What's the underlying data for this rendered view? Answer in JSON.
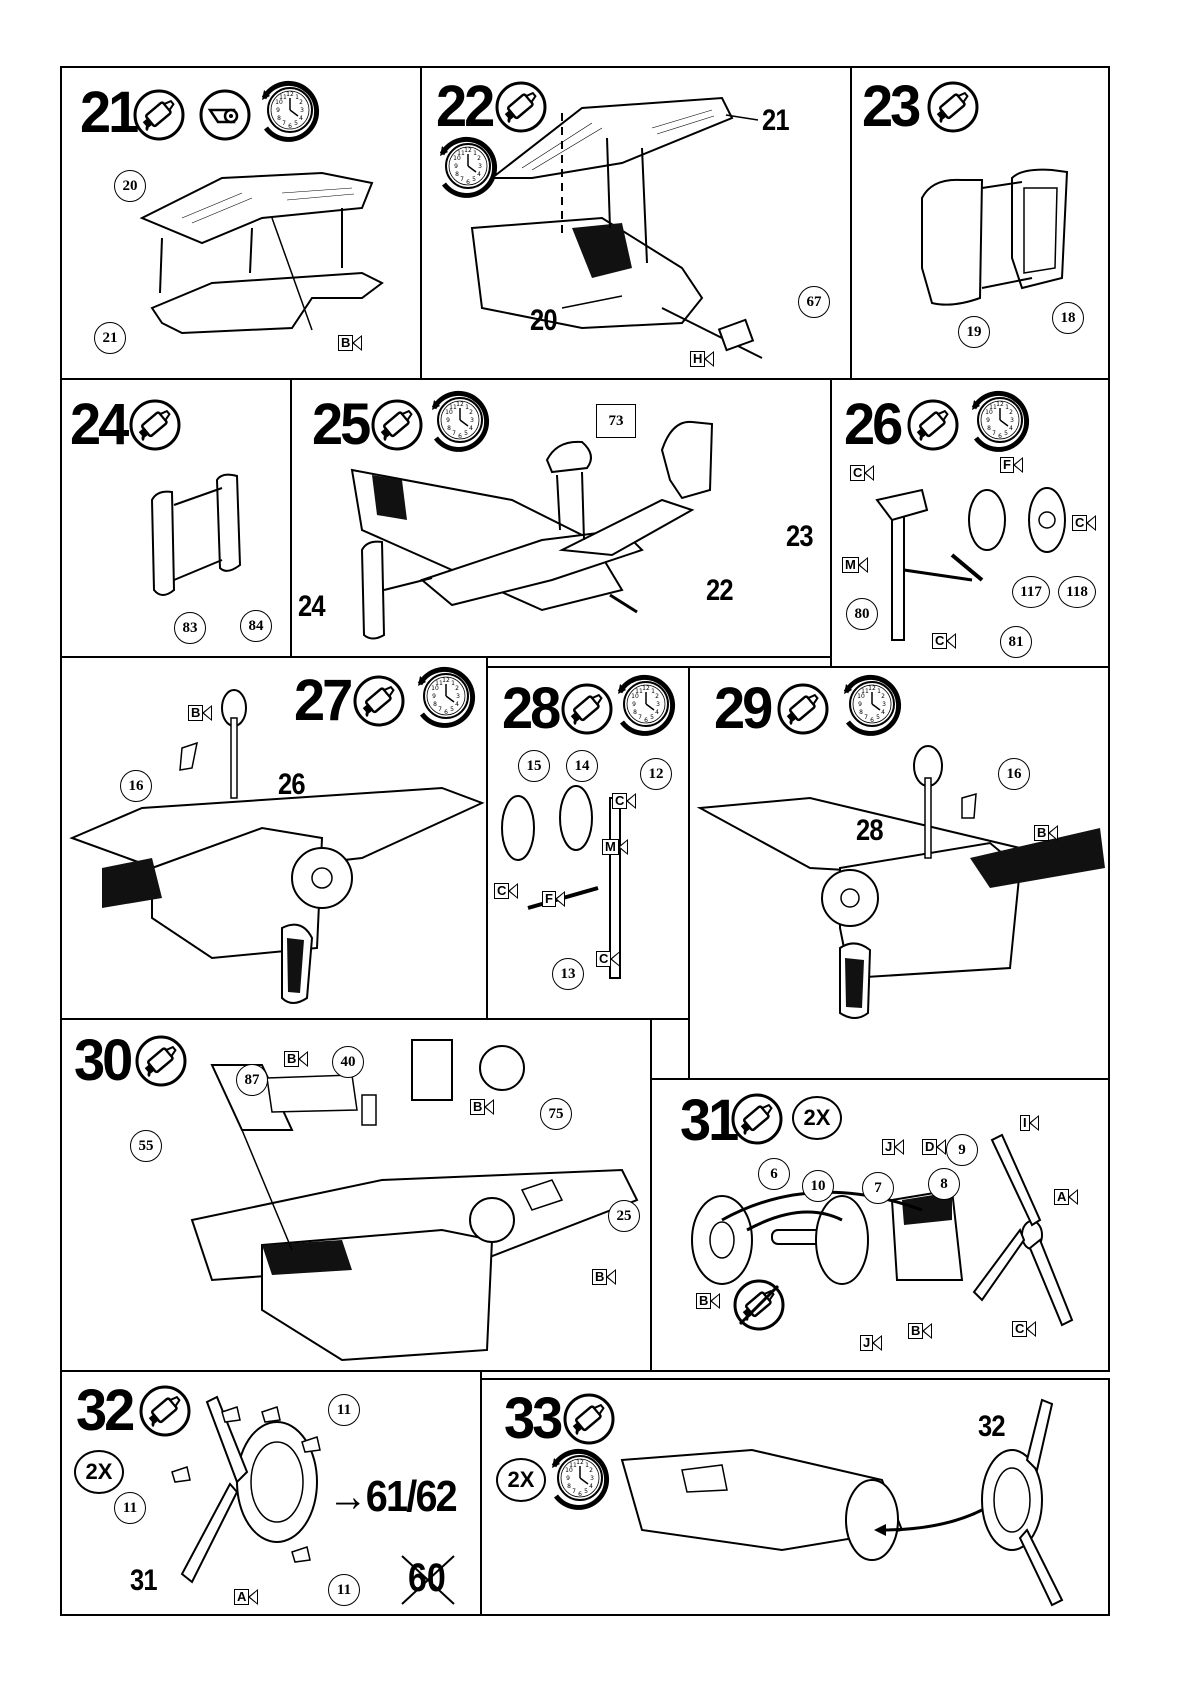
{
  "steps": [
    {
      "num": "21",
      "callouts": [
        "20",
        "21"
      ],
      "flags": [
        "B"
      ]
    },
    {
      "num": "22",
      "callouts": [
        "67"
      ],
      "labels": [
        "21",
        "20"
      ],
      "flags": [
        "H"
      ]
    },
    {
      "num": "23",
      "callouts": [
        "19",
        "18"
      ]
    },
    {
      "num": "24",
      "callouts": [
        "83",
        "84"
      ]
    },
    {
      "num": "25",
      "callouts": [
        "73"
      ],
      "labels": [
        "23",
        "24",
        "22"
      ]
    },
    {
      "num": "26",
      "callouts": [
        "117",
        "118",
        "80",
        "81"
      ],
      "flags": [
        "C",
        "F",
        "C",
        "M",
        "C"
      ]
    },
    {
      "num": "27",
      "callouts": [
        "16"
      ],
      "labels": [
        "26"
      ],
      "flags": [
        "B"
      ]
    },
    {
      "num": "28",
      "callouts": [
        "15",
        "14",
        "12",
        "13"
      ],
      "flags": [
        "C",
        "M",
        "C",
        "F",
        "C"
      ]
    },
    {
      "num": "29",
      "callouts": [
        "16"
      ],
      "labels": [
        "28"
      ],
      "flags": [
        "B"
      ]
    },
    {
      "num": "30",
      "callouts": [
        "87",
        "40",
        "75",
        "55",
        "25"
      ],
      "flags": [
        "B",
        "B",
        "B"
      ]
    },
    {
      "num": "31",
      "badge": "2X",
      "callouts": [
        "9",
        "6",
        "10",
        "7",
        "8"
      ],
      "flags": [
        "J",
        "D",
        "I",
        "A",
        "B",
        "J",
        "B",
        "C"
      ]
    },
    {
      "num": "32",
      "badge": "2X",
      "callouts": [
        "11",
        "11",
        "11"
      ],
      "labels": [
        "31"
      ],
      "ref": "→61/62",
      "crossed": "60",
      "flags": [
        "A"
      ]
    },
    {
      "num": "33",
      "badge": "2X",
      "labels": [
        "32"
      ]
    }
  ],
  "icons": {
    "glue": "glue-tube-icon",
    "clock": "drying-clock-icon",
    "tape": "tape-icon",
    "no_glue": "no-glue-icon"
  }
}
